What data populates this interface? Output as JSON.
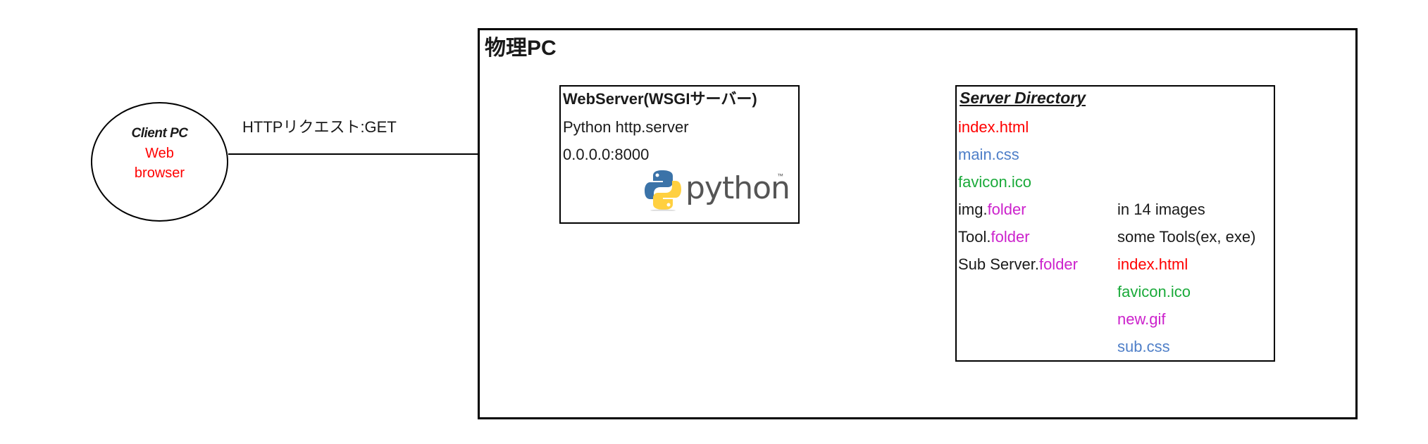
{
  "client": {
    "title": "Client PC",
    "line1": "Web",
    "line2": "browser"
  },
  "request_label": "HTTPリクエスト:GET",
  "physical_pc": {
    "title": "物理PC"
  },
  "webserver": {
    "title": "WebServer(WSGIサーバー)",
    "line1": "Python http.server",
    "line2": "0.0.0.0:8000",
    "logo_word": "python",
    "logo_tm": "™"
  },
  "directory": {
    "title": "Server Directory",
    "files": [
      "index.html",
      "main.css",
      "favicon.ico"
    ],
    "folders": [
      {
        "name": "img.",
        "suffix": "folder",
        "note": "in 14 images"
      },
      {
        "name": "Tool.",
        "suffix": "folder",
        "note": "some Tools(ex, exe)"
      },
      {
        "name": "Sub Server.",
        "suffix": "folder",
        "note": "index.html"
      }
    ],
    "sub_files": [
      "favicon.ico",
      "new.gif",
      "sub.css"
    ]
  },
  "colors": {
    "html": "#ff0000",
    "css": "#4f7fc8",
    "ico": "#1aaa3a",
    "folder": "#cc22cc"
  }
}
